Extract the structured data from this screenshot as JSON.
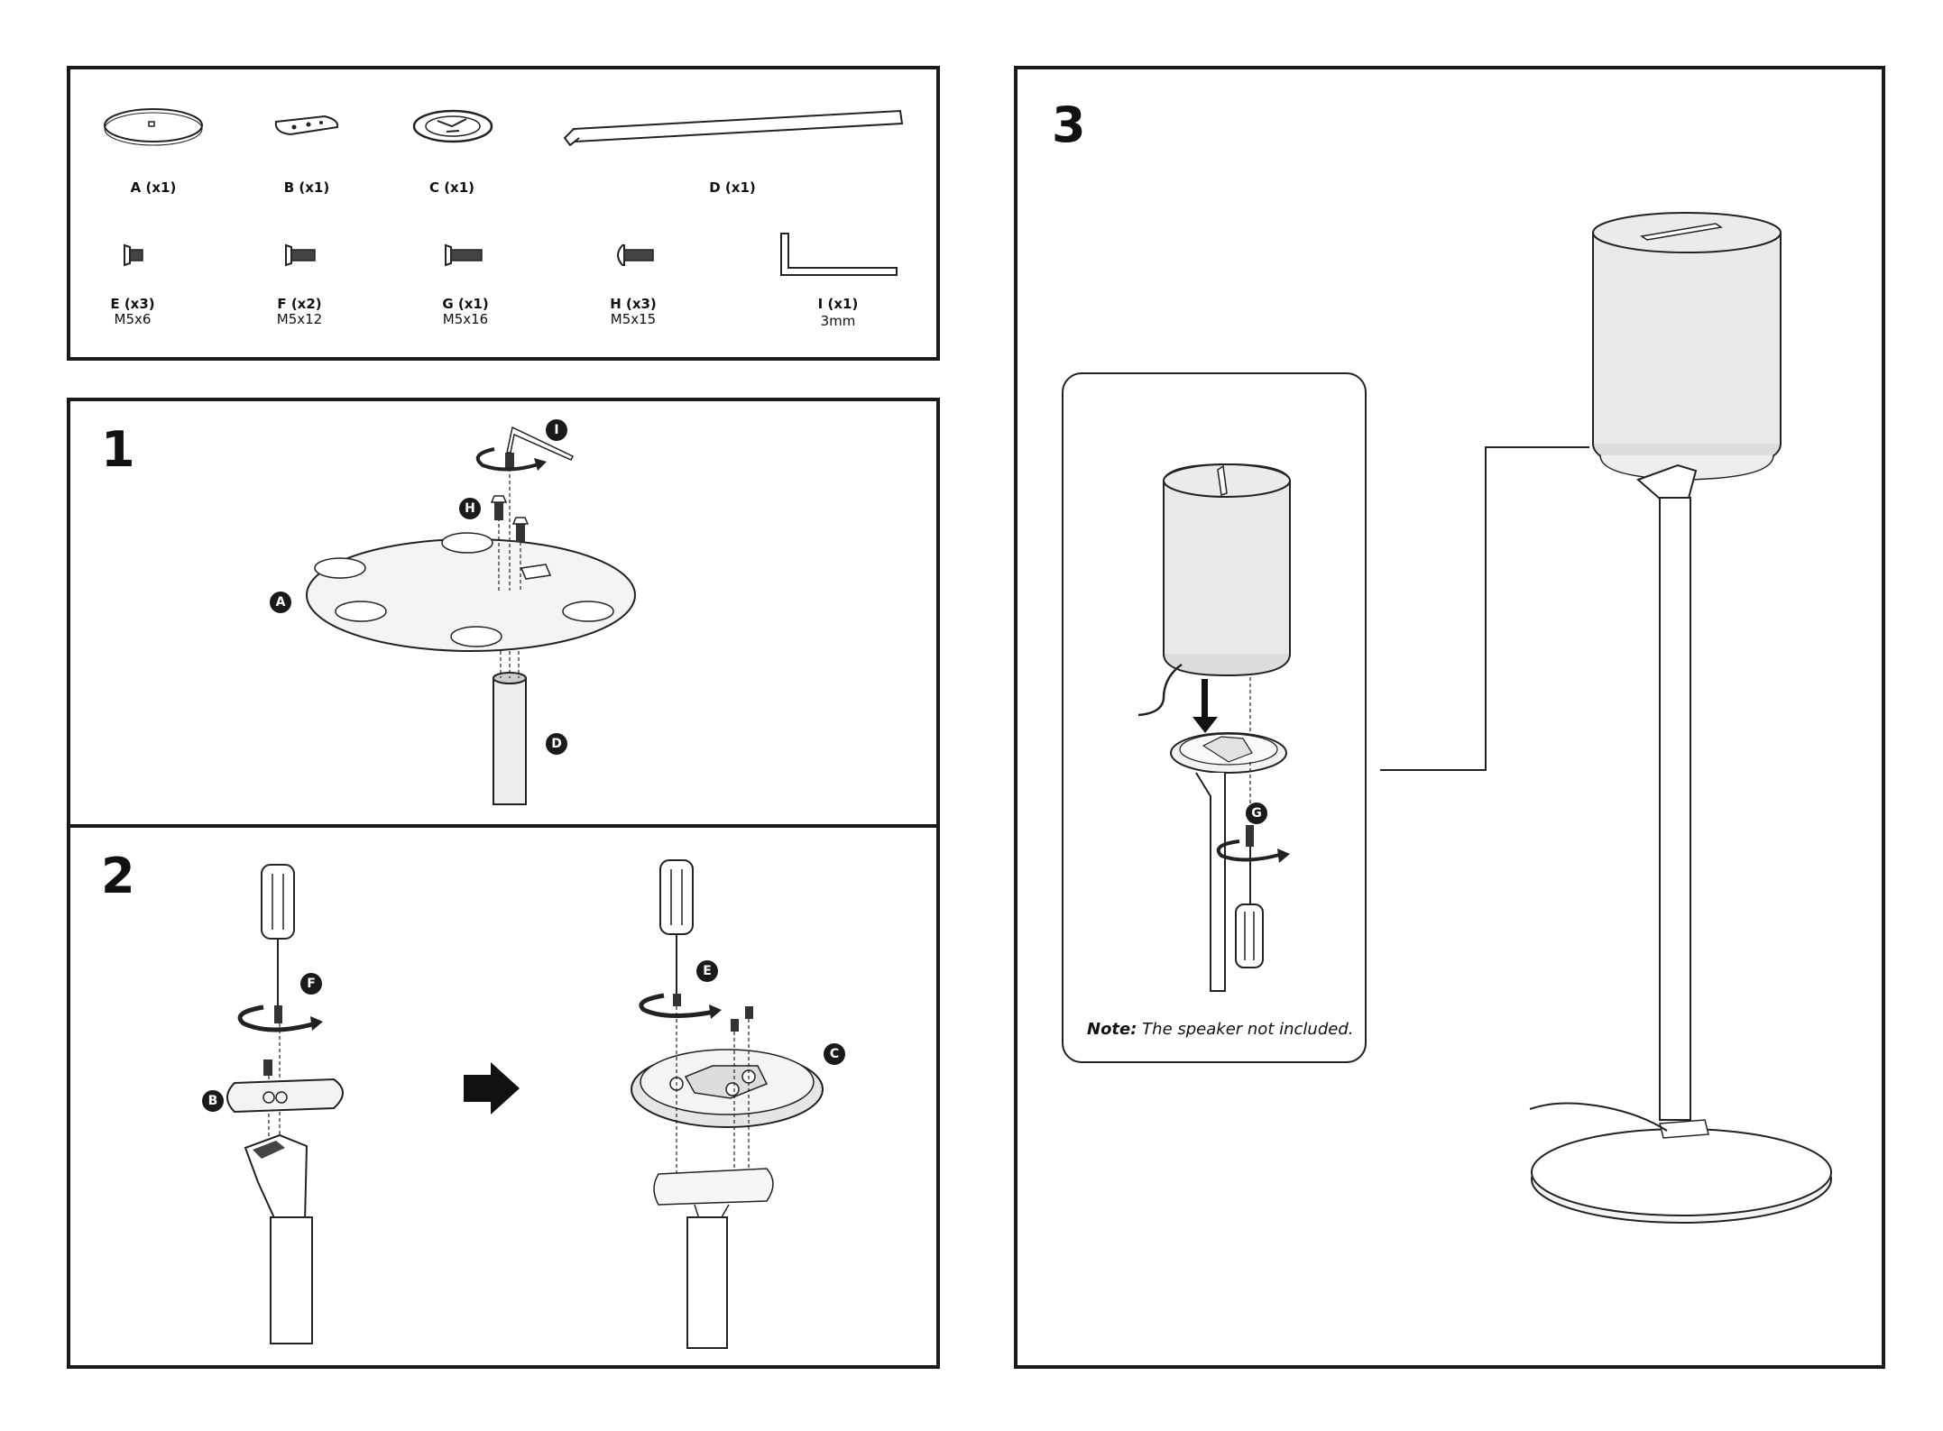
{
  "parts": [
    {
      "letter": "A",
      "qty": "A (x1)",
      "size": "",
      "icon": "base-plate-icon"
    },
    {
      "letter": "B",
      "qty": "B (x1)",
      "size": "",
      "icon": "bracket-plate-icon"
    },
    {
      "letter": "C",
      "qty": "C (x1)",
      "size": "",
      "icon": "speaker-mount-icon"
    },
    {
      "letter": "D",
      "qty": "D (x1)",
      "size": "",
      "icon": "pole-icon"
    },
    {
      "letter": "E",
      "qty": "E (x3)",
      "size": "M5x6",
      "icon": "screw-short-icon"
    },
    {
      "letter": "F",
      "qty": "F (x2)",
      "size": "M5x12",
      "icon": "screw-medium-icon"
    },
    {
      "letter": "G",
      "qty": "G (x1)",
      "size": "M5x16",
      "icon": "screw-long-icon"
    },
    {
      "letter": "H",
      "qty": "H (x3)",
      "size": "M5x15",
      "icon": "screw-pan-icon"
    },
    {
      "letter": "I",
      "qty": "I (x1)",
      "size": "3mm",
      "icon": "hex-key-icon"
    }
  ],
  "steps": {
    "step1": {
      "number": "1",
      "callouts": [
        "I",
        "H",
        "A",
        "D"
      ]
    },
    "step2": {
      "number": "2",
      "callouts": [
        "F",
        "B",
        "E",
        "C"
      ]
    },
    "step3": {
      "number": "3",
      "callouts": [
        "G"
      ]
    }
  },
  "note": {
    "label": "Note:",
    "text": " The speaker not included."
  },
  "colors": {
    "line": "#1a1a1a",
    "fill_light": "#eeeeee",
    "fill_mid": "#dddddd"
  }
}
